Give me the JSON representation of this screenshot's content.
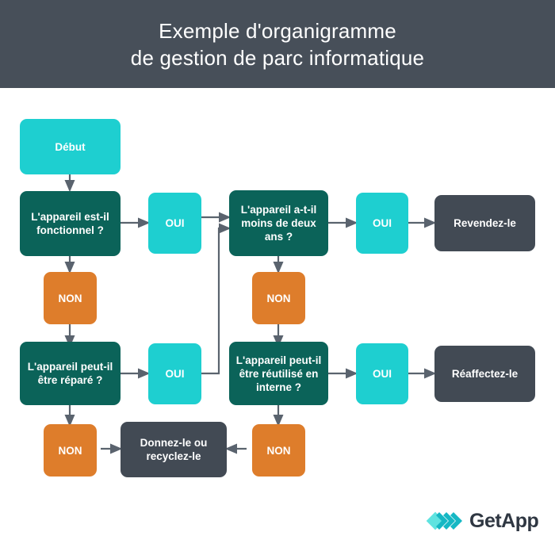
{
  "header": {
    "title_line1": "Exemple d'organigramme",
    "title_line2": "de gestion de parc informatique",
    "background": "#474F59",
    "text_color": "#FFFFFF"
  },
  "palette": {
    "teal_light": "#1ECFD0",
    "teal_dark": "#0B6359",
    "orange": "#DE7D2B",
    "slate": "#424A54",
    "page_background": "#FFFFFF",
    "connector": "#5A636E"
  },
  "flowchart": {
    "nodes": {
      "start": {
        "label": "Début",
        "kind": "teal-light"
      },
      "q_functional": {
        "label": "L'appareil est-il fonctionnel ?",
        "kind": "teal-dark"
      },
      "yes_functional": {
        "label": "OUI",
        "kind": "teal-light"
      },
      "q_less_two_years": {
        "label": "L'appareil a-t-il moins de deux ans ?",
        "kind": "teal-dark"
      },
      "yes_less_two_years": {
        "label": "OUI",
        "kind": "teal-light"
      },
      "resell": {
        "label": "Revendez-le",
        "kind": "slate"
      },
      "no_functional": {
        "label": "NON",
        "kind": "orange"
      },
      "no_less_two_years": {
        "label": "NON",
        "kind": "orange"
      },
      "q_repairable": {
        "label": "L'appareil peut-il être réparé ?",
        "kind": "teal-dark"
      },
      "yes_repairable": {
        "label": "OUI",
        "kind": "teal-light"
      },
      "q_reusable": {
        "label": "L'appareil peut-il être réutilisé en interne ?",
        "kind": "teal-dark"
      },
      "yes_reusable": {
        "label": "OUI",
        "kind": "teal-light"
      },
      "reassign": {
        "label": "Réaffectez-le",
        "kind": "slate"
      },
      "no_repairable": {
        "label": "NON",
        "kind": "orange"
      },
      "donate": {
        "label": "Donnez-le ou recyclez-le",
        "kind": "slate"
      },
      "no_reusable": {
        "label": "NON",
        "kind": "orange"
      }
    }
  },
  "logo": {
    "text": "GetApp",
    "mark_color_light": "#5FE3E0",
    "mark_color_dark": "#16B8C4",
    "text_color": "#2F3742"
  }
}
